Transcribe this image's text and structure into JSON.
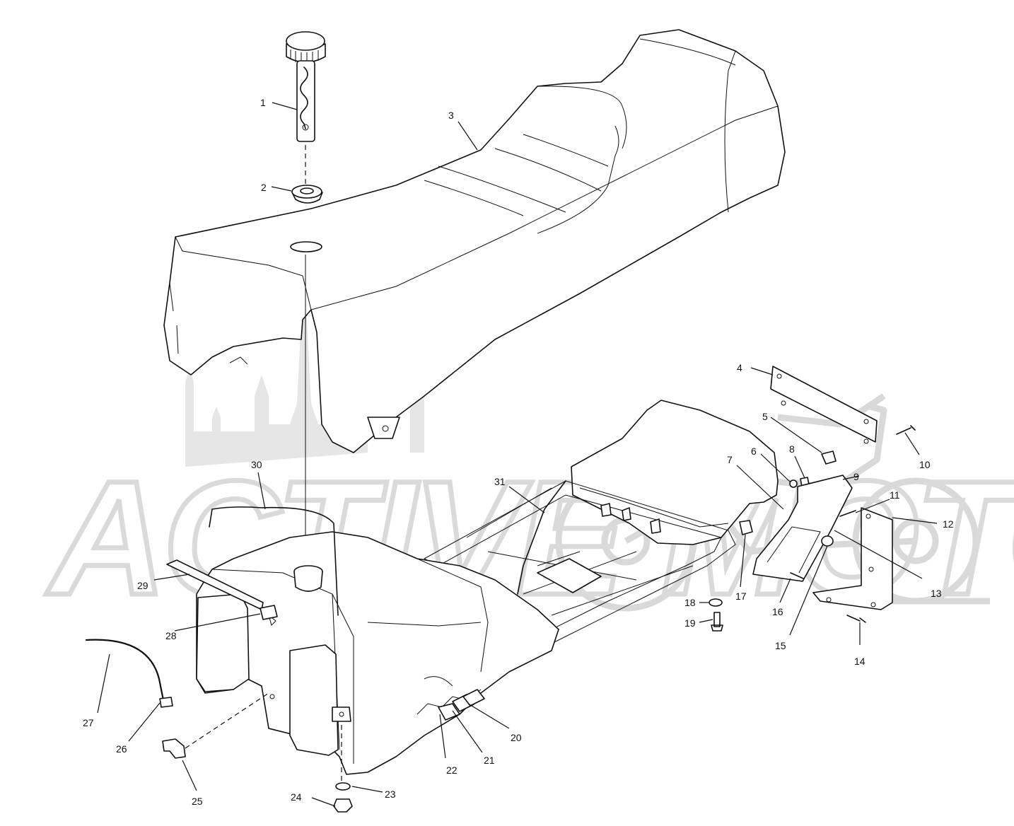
{
  "watermark": {
    "text": "ACTIVE MOTO"
  },
  "callouts": [
    {
      "id": "c1",
      "text": "1"
    },
    {
      "id": "c2",
      "text": "2"
    },
    {
      "id": "c3",
      "text": "3"
    },
    {
      "id": "c4",
      "text": "4"
    },
    {
      "id": "c5",
      "text": "5"
    },
    {
      "id": "c6",
      "text": "6"
    },
    {
      "id": "c7",
      "text": "7"
    },
    {
      "id": "c8",
      "text": "8"
    },
    {
      "id": "c9",
      "text": "9"
    },
    {
      "id": "c10",
      "text": "10"
    },
    {
      "id": "c11",
      "text": "11"
    },
    {
      "id": "c12",
      "text": "12"
    },
    {
      "id": "c13",
      "text": "13"
    },
    {
      "id": "c14",
      "text": "14"
    },
    {
      "id": "c15",
      "text": "15"
    },
    {
      "id": "c16",
      "text": "16"
    },
    {
      "id": "c17",
      "text": "17"
    },
    {
      "id": "c18",
      "text": "18"
    },
    {
      "id": "c19",
      "text": "19"
    },
    {
      "id": "c20",
      "text": "20"
    },
    {
      "id": "c21",
      "text": "21"
    },
    {
      "id": "c22",
      "text": "22"
    },
    {
      "id": "c23",
      "text": "23"
    },
    {
      "id": "c24",
      "text": "24"
    },
    {
      "id": "c25",
      "text": "25"
    },
    {
      "id": "c26",
      "text": "26"
    },
    {
      "id": "c27",
      "text": "27"
    },
    {
      "id": "c28",
      "text": "28"
    },
    {
      "id": "c29",
      "text": "29"
    },
    {
      "id": "c30",
      "text": "30"
    },
    {
      "id": "c31",
      "text": "31"
    }
  ]
}
